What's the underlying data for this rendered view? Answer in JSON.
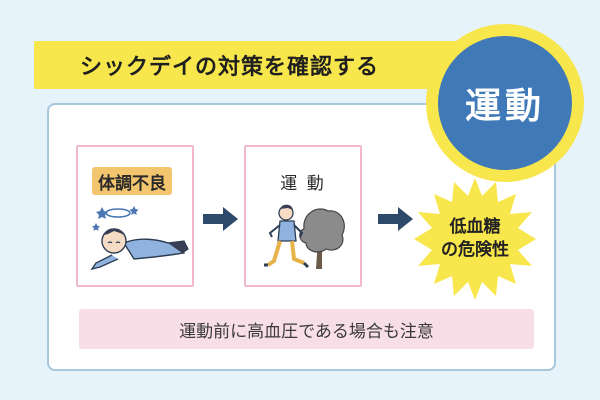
{
  "title": "シックデイの対策を確認する",
  "badge": "運動",
  "panel_1": {
    "label": "体調不良",
    "illustration": "person-lying-dizzy"
  },
  "panel_2": {
    "label": "運 動",
    "illustration": "person-jogging"
  },
  "result": {
    "line1": "低血糖",
    "line2": "の危険性"
  },
  "note": "運動前に高血圧である場合も注意",
  "colors": {
    "background": "#e6f3fa",
    "banner": "#f7e64c",
    "badge": "#3f79b8",
    "panel_border": "#f1b8c8",
    "label_highlight": "#f3c56e",
    "arrow": "#2e4a6b",
    "note_bg": "#f8dfe7"
  }
}
